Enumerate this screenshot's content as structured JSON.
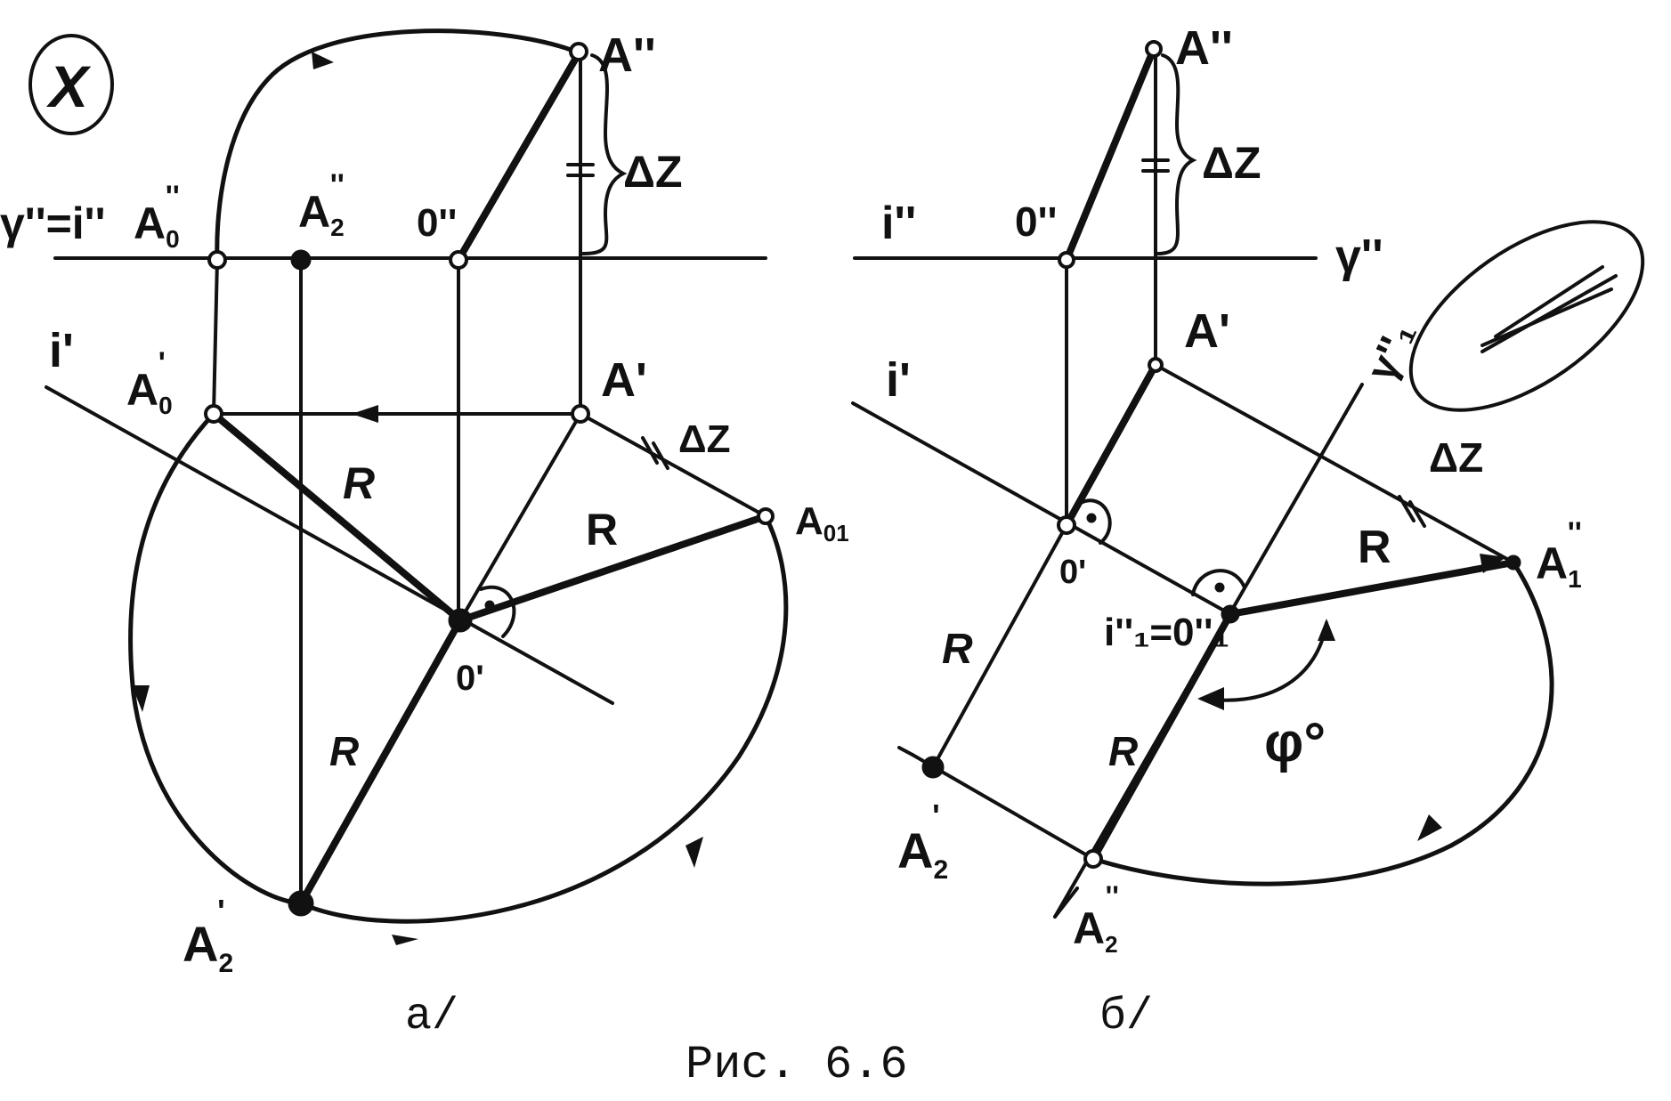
{
  "caption": "Рис. 6.6",
  "subfigures": {
    "a": {
      "label": "а/"
    },
    "b": {
      "label": "б/"
    }
  },
  "labels": {
    "a": {
      "note_x": "X",
      "gamma_i": "γ''=i''",
      "A0pp": "A",
      "A0pp_sub": "0",
      "A0pp_sup": "''",
      "A2pp": "A",
      "A2pp_sub": "2",
      "A2pp_sup": "''",
      "O_pp": "0''",
      "A_pp": "A''",
      "dz_top": "ΔZ",
      "i_p": "i'",
      "A0p": "A",
      "A0p_sub": "0",
      "A0p_sup": "'",
      "A_p": "A'",
      "dz_right": "ΔZ",
      "R_left": "R",
      "R_right": "R",
      "R_bottom": "R",
      "A01": "A",
      "A01_sub": "01",
      "O_p": "0'",
      "A2p": "A",
      "A2p_sub": "2",
      "A2p_sup": "'"
    },
    "b": {
      "A_pp": "A''",
      "dz_top": "ΔZ",
      "i_pp": "i''",
      "O_pp": "0''",
      "gamma_pp": "γ''",
      "A_p": "A'",
      "gamma1_pp": "γ''₁",
      "i_p": "i'",
      "dz_right": "ΔZ",
      "O_p": "0'",
      "i1_O1": "i''₁=0''₁",
      "R_top": "R",
      "R_left": "R",
      "R_mid": "R",
      "A1pp": "A",
      "A1pp_sub": "1",
      "A1pp_sup": "''",
      "phi": "φ°",
      "A2p": "A",
      "A2p_sub": "2",
      "A2p_sup": "'",
      "A2pp": "A",
      "A2pp_sub": "2",
      "A2pp_sup": "''"
    }
  }
}
